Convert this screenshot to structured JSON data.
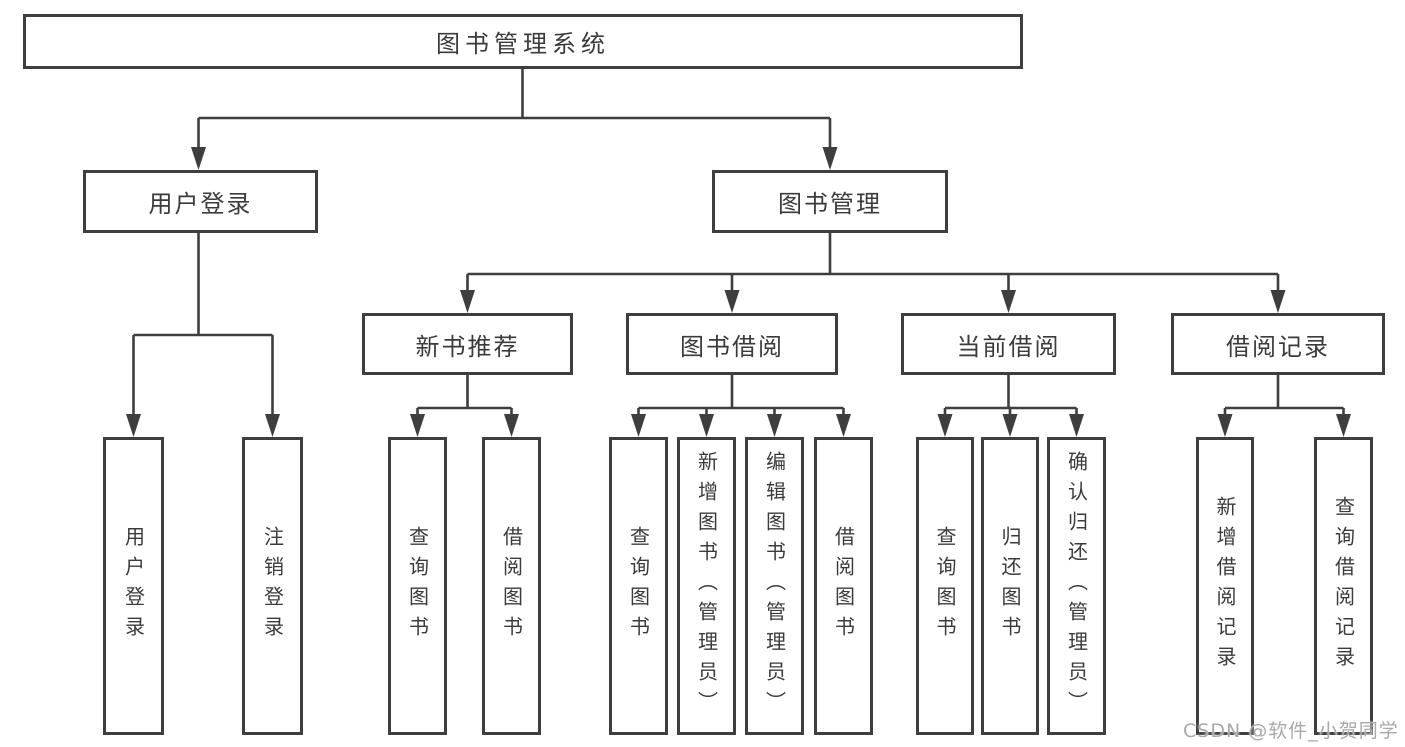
{
  "diagram": {
    "title": "图书管理系统",
    "watermark": "CSDN @软件_小贺同学",
    "colors": {
      "line": "#3e3e3e",
      "border": "#3e3e3e",
      "text": "#3b3b3b",
      "watermark": "#a9a9a9",
      "background": "#ffffff"
    },
    "nodes": [
      {
        "id": "root",
        "label": "图书管理系统"
      },
      {
        "id": "userLoginBranch",
        "label": "用户登录"
      },
      {
        "id": "bookMgmt",
        "label": "图书管理"
      },
      {
        "id": "newBooks",
        "label": "新书推荐"
      },
      {
        "id": "bookBorrow",
        "label": "图书借阅"
      },
      {
        "id": "currentBorrow",
        "label": "当前借阅"
      },
      {
        "id": "borrowRecords",
        "label": "借阅记录"
      },
      {
        "id": "leafUserLogin",
        "label": "用户登录"
      },
      {
        "id": "leafLogout",
        "label": "注销登录"
      },
      {
        "id": "leafNbQuery",
        "label": "查询图书"
      },
      {
        "id": "leafNbBorrow",
        "label": "借阅图书"
      },
      {
        "id": "leafBbQuery",
        "label": "查询图书"
      },
      {
        "id": "leafBbAdd",
        "label": "新增图书（管理员）"
      },
      {
        "id": "leafBbEdit",
        "label": "编辑图书（管理员）"
      },
      {
        "id": "leafBbBorrow",
        "label": "借阅图书"
      },
      {
        "id": "leafCbQuery",
        "label": "查询图书"
      },
      {
        "id": "leafCbReturn",
        "label": "归还图书"
      },
      {
        "id": "leafCbConfirm",
        "label": "确认归还（管理员）"
      },
      {
        "id": "leafBrAdd",
        "label": "新增借阅记录"
      },
      {
        "id": "leafBrQuery",
        "label": "查询借阅记录"
      }
    ],
    "structure": [
      {
        "parent": "图书管理系统",
        "children": [
          "用户登录",
          "图书管理"
        ]
      },
      {
        "parent": "用户登录",
        "children": [
          "用户登录",
          "注销登录"
        ]
      },
      {
        "parent": "图书管理",
        "children": [
          "新书推荐",
          "图书借阅",
          "当前借阅",
          "借阅记录"
        ]
      },
      {
        "parent": "新书推荐",
        "children": [
          "查询图书",
          "借阅图书"
        ]
      },
      {
        "parent": "图书借阅",
        "children": [
          "查询图书",
          "新增图书（管理员）",
          "编辑图书（管理员）",
          "借阅图书"
        ]
      },
      {
        "parent": "当前借阅",
        "children": [
          "查询图书",
          "归还图书",
          "确认归还（管理员）"
        ]
      },
      {
        "parent": "借阅记录",
        "children": [
          "新增借阅记录",
          "查询借阅记录"
        ]
      }
    ]
  }
}
